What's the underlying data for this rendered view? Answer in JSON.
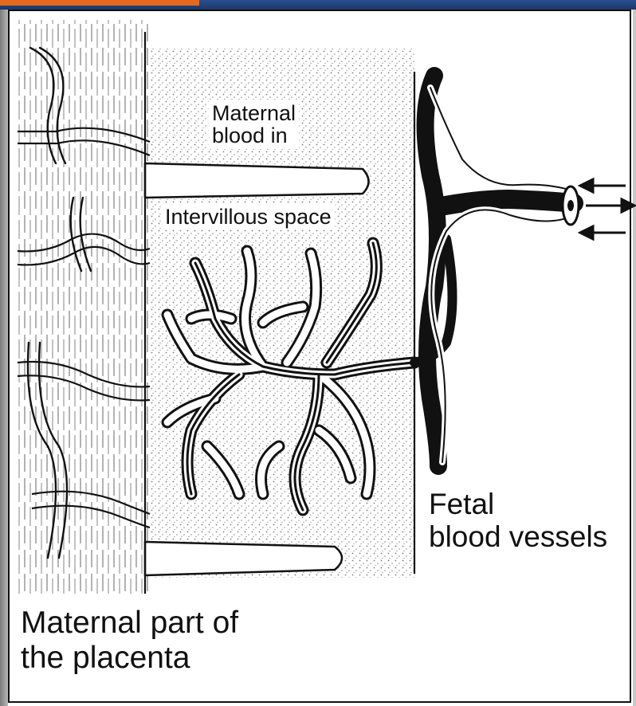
{
  "labels": {
    "maternal_blood_line1": "Maternal",
    "maternal_blood_line2": "blood in",
    "intervillous_space": "Intervillous space",
    "fetal_line1": "Fetal",
    "fetal_line2": "blood vessels",
    "maternal_part_line1": "Maternal part of",
    "maternal_part_line2": "the placenta"
  },
  "colors": {
    "frame": "#111111",
    "stipple": "#7a7a7a",
    "top_bar": "#1c3768",
    "top_accent": "#e4691f"
  }
}
